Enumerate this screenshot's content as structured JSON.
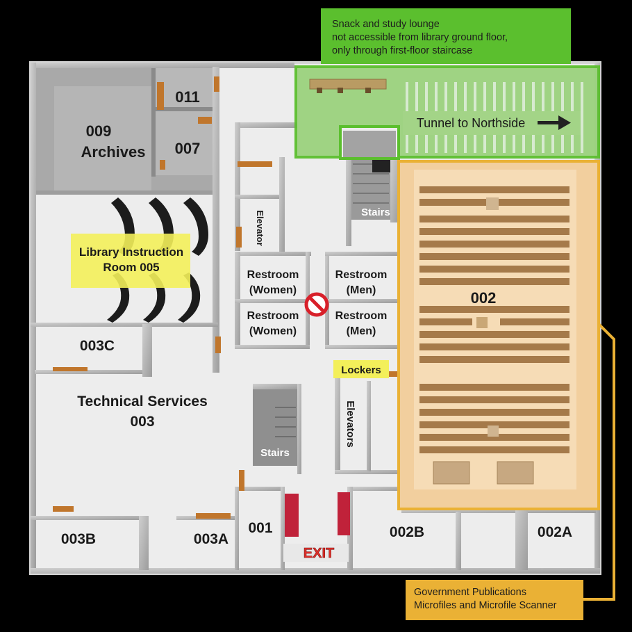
{
  "lounge_note": {
    "lines": [
      "Snack and study lounge",
      "not accessible from library ground floor,",
      "only through first-floor staircase"
    ]
  },
  "tunnel_label": "Tunnel to Northside",
  "rooms": {
    "archives_number": "009",
    "archives_name": "Archives",
    "r011": "011",
    "r007": "007",
    "instruction_line1": "Library Instruction",
    "instruction_line2": "Room 005",
    "r003c": "003C",
    "tech_line1": "Technical Services",
    "tech_line2": "003",
    "r003b": "003B",
    "r003a": "003A",
    "r001": "001",
    "r002": "002",
    "r002b": "002B",
    "r002a": "002A",
    "elevator": "Elevator",
    "elevators": "Elevators",
    "stairs_north": "Stairs",
    "stairs_south": "Stairs",
    "restroom_women_1_a": "Restroom",
    "restroom_women_1_b": "(Women)",
    "restroom_women_2_a": "Restroom",
    "restroom_women_2_b": "(Women)",
    "restroom_men_1_a": "Restroom",
    "restroom_men_1_b": "(Men)",
    "restroom_men_2_a": "Restroom",
    "restroom_men_2_b": "(Men)",
    "lockers": "Lockers",
    "exit": "EXIT"
  },
  "gov_pub_note": {
    "lines": [
      "Government Publications",
      "Microfiles and Microfile Scanner"
    ]
  },
  "colors": {
    "background": "#000000",
    "floor": "#e9e9e9",
    "wall": "#b3b3b3",
    "lounge_highlight": "#5bbf2e",
    "stacks_highlight": "#eab135",
    "label_highlight": "#f3ef5a",
    "no_entry": "#d8202a",
    "exit_text": "#e0302a"
  },
  "icons": [
    "no-entry-icon",
    "arrow-right-icon",
    "stairs-icon",
    "chair-icon",
    "shelf-icon",
    "door-icon"
  ]
}
